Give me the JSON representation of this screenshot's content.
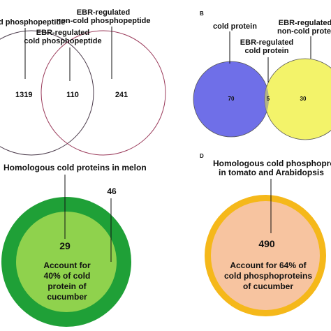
{
  "panel_a": {
    "label_left": "d phosphopeptide",
    "label_middle_1": "EBR-regulated",
    "label_middle_2": "cold phosphopeptide",
    "label_right_1": "EBR-regulated",
    "label_right_2": "non-cold phosphopeptide",
    "value_left": "1319",
    "value_overlap": "110",
    "value_right": "241"
  },
  "panel_b": {
    "panel_letter": "B",
    "label_left": "cold protein",
    "label_right_1": "EBR-regulated",
    "label_right_2": "non-cold protei",
    "label_middle_1": "EBR-regulated",
    "label_middle_2": "cold protein",
    "value_left": "70",
    "value_overlap": "5",
    "value_right": "30",
    "colors": {
      "left": "#6f6fe8",
      "right": "#f3f36a",
      "overlap": "#b3b387"
    }
  },
  "panel_c": {
    "title": "Homologous cold proteins in melon",
    "value_outer": "46",
    "value_inner": "29",
    "desc_1": "Account for",
    "desc_2": "40%  of cold",
    "desc_3": "protein of",
    "desc_4": "cucumber",
    "colors": {
      "outer": "#1fa037",
      "inner": "#8fd24d"
    }
  },
  "panel_d": {
    "panel_letter": "D",
    "title_1": "Homologous cold phosphoprot",
    "title_2": "in tomato and Arabidopsis",
    "value_inner": "490",
    "desc_1": "Account for 64%  of",
    "desc_2": "cold phosphoproteins",
    "desc_3": "of cucumber",
    "colors": {
      "outer": "#f5b81a",
      "inner": "#f7c4a0"
    }
  }
}
